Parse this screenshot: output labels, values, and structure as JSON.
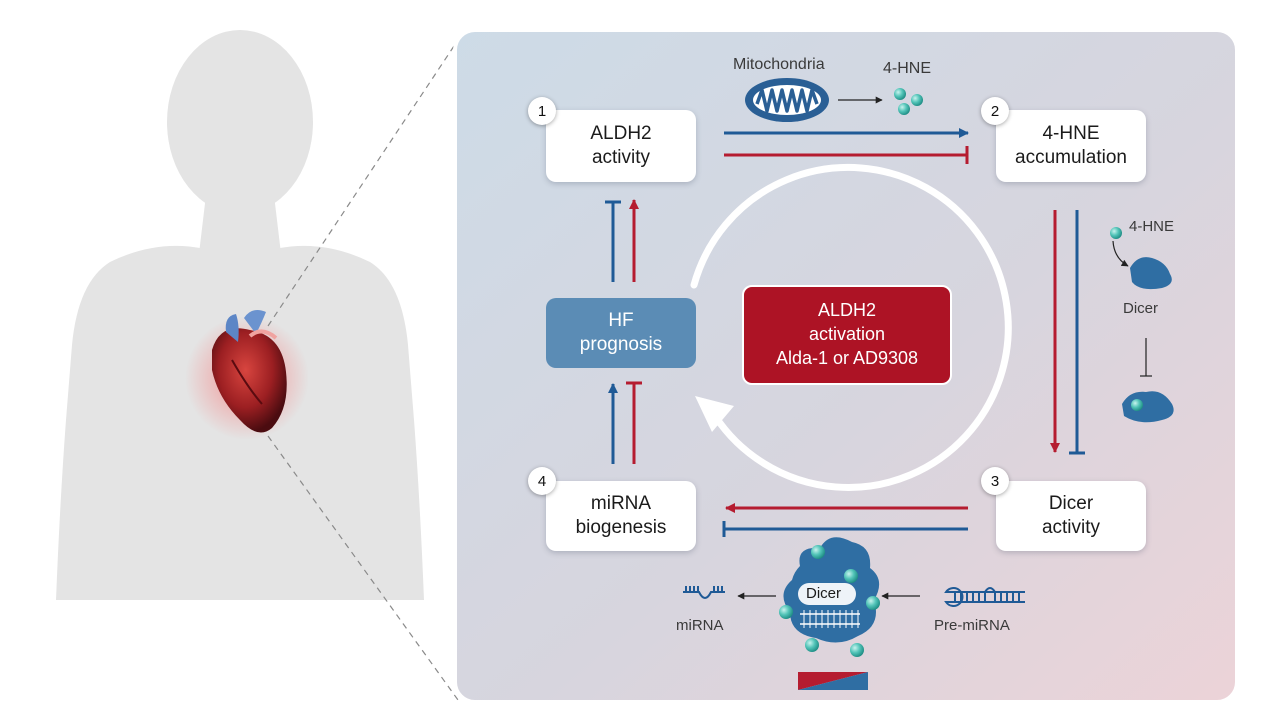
{
  "nodes": {
    "aldh2": {
      "number": "1",
      "line1": "ALDH2",
      "line2": "activity"
    },
    "hne": {
      "number": "2",
      "line1": "4-HNE",
      "line2": "accumulation"
    },
    "dicer": {
      "number": "3",
      "line1": "Dicer",
      "line2": "activity"
    },
    "mirna": {
      "number": "4",
      "line1": "miRNA",
      "line2": "biogenesis"
    },
    "hf": {
      "line1": "HF",
      "line2": "prognosis"
    },
    "center": {
      "line1": "ALDH2",
      "line2": "activation",
      "line3": "Alda-1 or AD9308"
    }
  },
  "labels": {
    "mitochondria": "Mitochondria",
    "hne_top": "4-HNE",
    "hne_side": "4-HNE",
    "dicer_side": "Dicer",
    "dicer_bottom": "Dicer",
    "mirna": "miRNA",
    "pre_mirna": "Pre-miRNA"
  },
  "colors": {
    "blue": "#1f5a96",
    "red": "#b51c30",
    "hf_box": "#5b8cb5",
    "center_box": "#ad1325",
    "bead": "#52c4b8",
    "silhouette": "#e4e4e4"
  },
  "icons": [
    "mitochondria-icon",
    "hne-molecule-icon",
    "dicer-enzyme-icon",
    "mirna-icon",
    "pre-mirna-hairpin-icon",
    "heart-icon",
    "human-silhouette",
    "cycle-arrow-icon",
    "logo-icon"
  ]
}
